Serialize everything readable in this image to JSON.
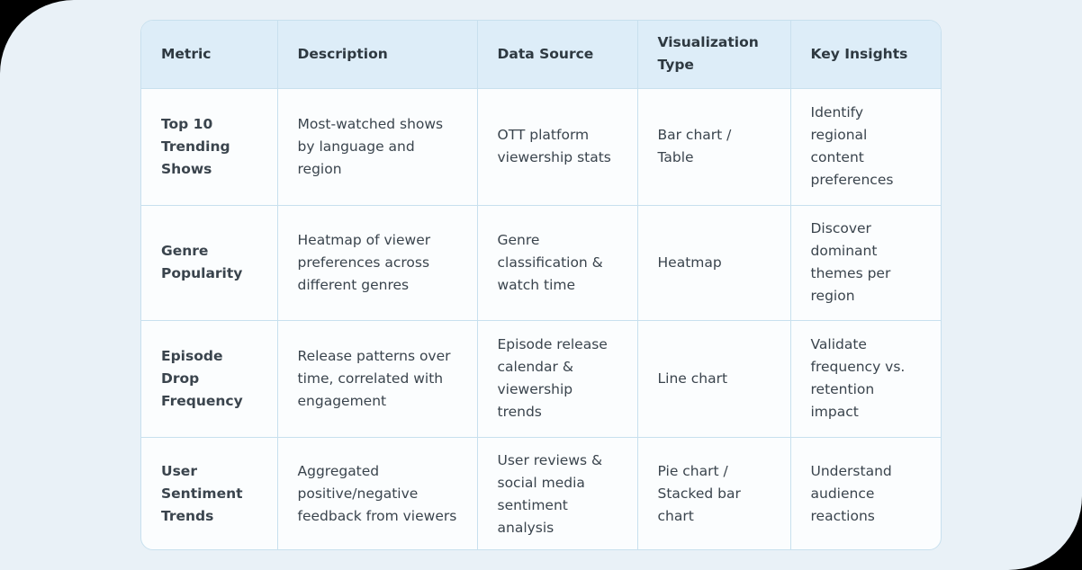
{
  "colors": {
    "frame_background": "#000000",
    "canvas_background": "#e9f1f7",
    "header_background": "#ddedf8",
    "cell_background": "#fbfdfe",
    "border": "#c8e0ee",
    "heading_text": "#2e3941",
    "body_text": "#3a444d"
  },
  "table": {
    "columns": [
      "Metric",
      "Description",
      "Data Source",
      "Visualization Type",
      "Key Insights"
    ],
    "rows": [
      {
        "metric": "Top 10 Trending Shows",
        "description": "Most-watched shows by language and region",
        "data_source": "OTT platform viewership stats",
        "visualization_type": "Bar chart / Table",
        "key_insights": "Identify regional content preferences"
      },
      {
        "metric": "Genre Popularity",
        "description": "Heatmap of viewer preferences across different genres",
        "data_source": "Genre classification & watch time",
        "visualization_type": "Heatmap",
        "key_insights": "Discover dominant themes per region"
      },
      {
        "metric": "Episode Drop Frequency",
        "description": "Release patterns over time, correlated with engagement",
        "data_source": "Episode release calendar & viewership trends",
        "visualization_type": "Line chart",
        "key_insights": "Validate frequency vs. retention impact"
      },
      {
        "metric": "User Sentiment Trends",
        "description": "Aggregated positive/negative feedback from viewers",
        "data_source": "User reviews & social media sentiment analysis",
        "visualization_type": "Pie chart / Stacked bar chart",
        "key_insights": "Understand audience reactions"
      }
    ]
  }
}
